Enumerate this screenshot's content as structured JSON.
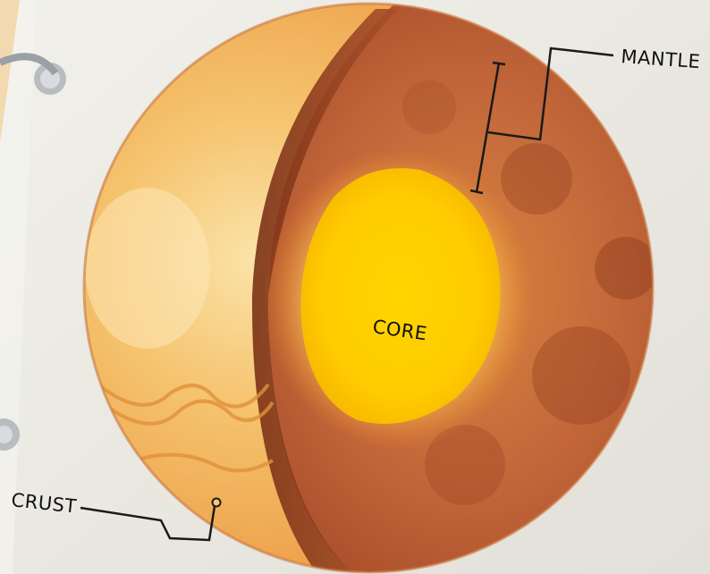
{
  "labels": {
    "mantle": "MANTLE",
    "core": "CORE",
    "crust": "CRUST"
  },
  "colors": {
    "paper": "#ecebe5",
    "crust_light": "#f6c978",
    "crust_dark": "#e8963c",
    "mantle": "#c2663a",
    "mantle_dark": "#8f3b1f",
    "core": "#ffd000",
    "core_glow": "#fff0a0",
    "leader_line": "#1a1a1a",
    "tab_orange": "#f29a1f"
  }
}
